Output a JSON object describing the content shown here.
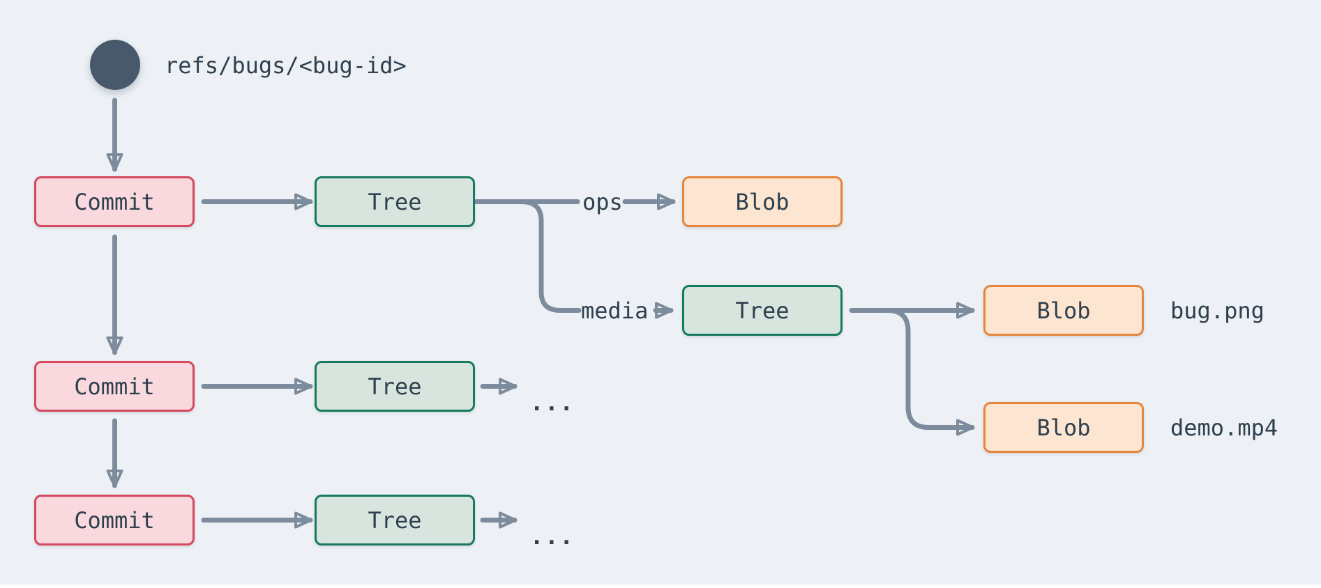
{
  "colors": {
    "background": "#edf1f5",
    "ref-node": "#47596b",
    "text": "#2e3f4e",
    "arrow": "#7c8c9c",
    "commit-fill": "#f9d8de",
    "commit-border": "#d5485e",
    "tree-fill": "#d7e5de",
    "tree-border": "#17795e",
    "blob-fill": "#fce5d1",
    "blob-border": "#e6853e"
  },
  "diagram": {
    "ref": {
      "label": "refs/bugs/<bug-id>"
    },
    "nodes": {
      "commit1": {
        "label": "Commit"
      },
      "commit2": {
        "label": "Commit"
      },
      "commit3": {
        "label": "Commit"
      },
      "tree1": {
        "label": "Tree"
      },
      "tree_media": {
        "label": "Tree"
      },
      "tree_row2": {
        "label": "Tree"
      },
      "tree_row3": {
        "label": "Tree"
      },
      "blob_ops": {
        "label": "Blob"
      },
      "blob_bug": {
        "label": "Blob"
      },
      "blob_demo": {
        "label": "Blob"
      }
    },
    "edge_labels": {
      "ops": "ops",
      "media": "media"
    },
    "file_annotations": {
      "bug": "bug.png",
      "demo": "demo.mp4"
    },
    "ellipsis_row2": "...",
    "ellipsis_row3": "..."
  }
}
